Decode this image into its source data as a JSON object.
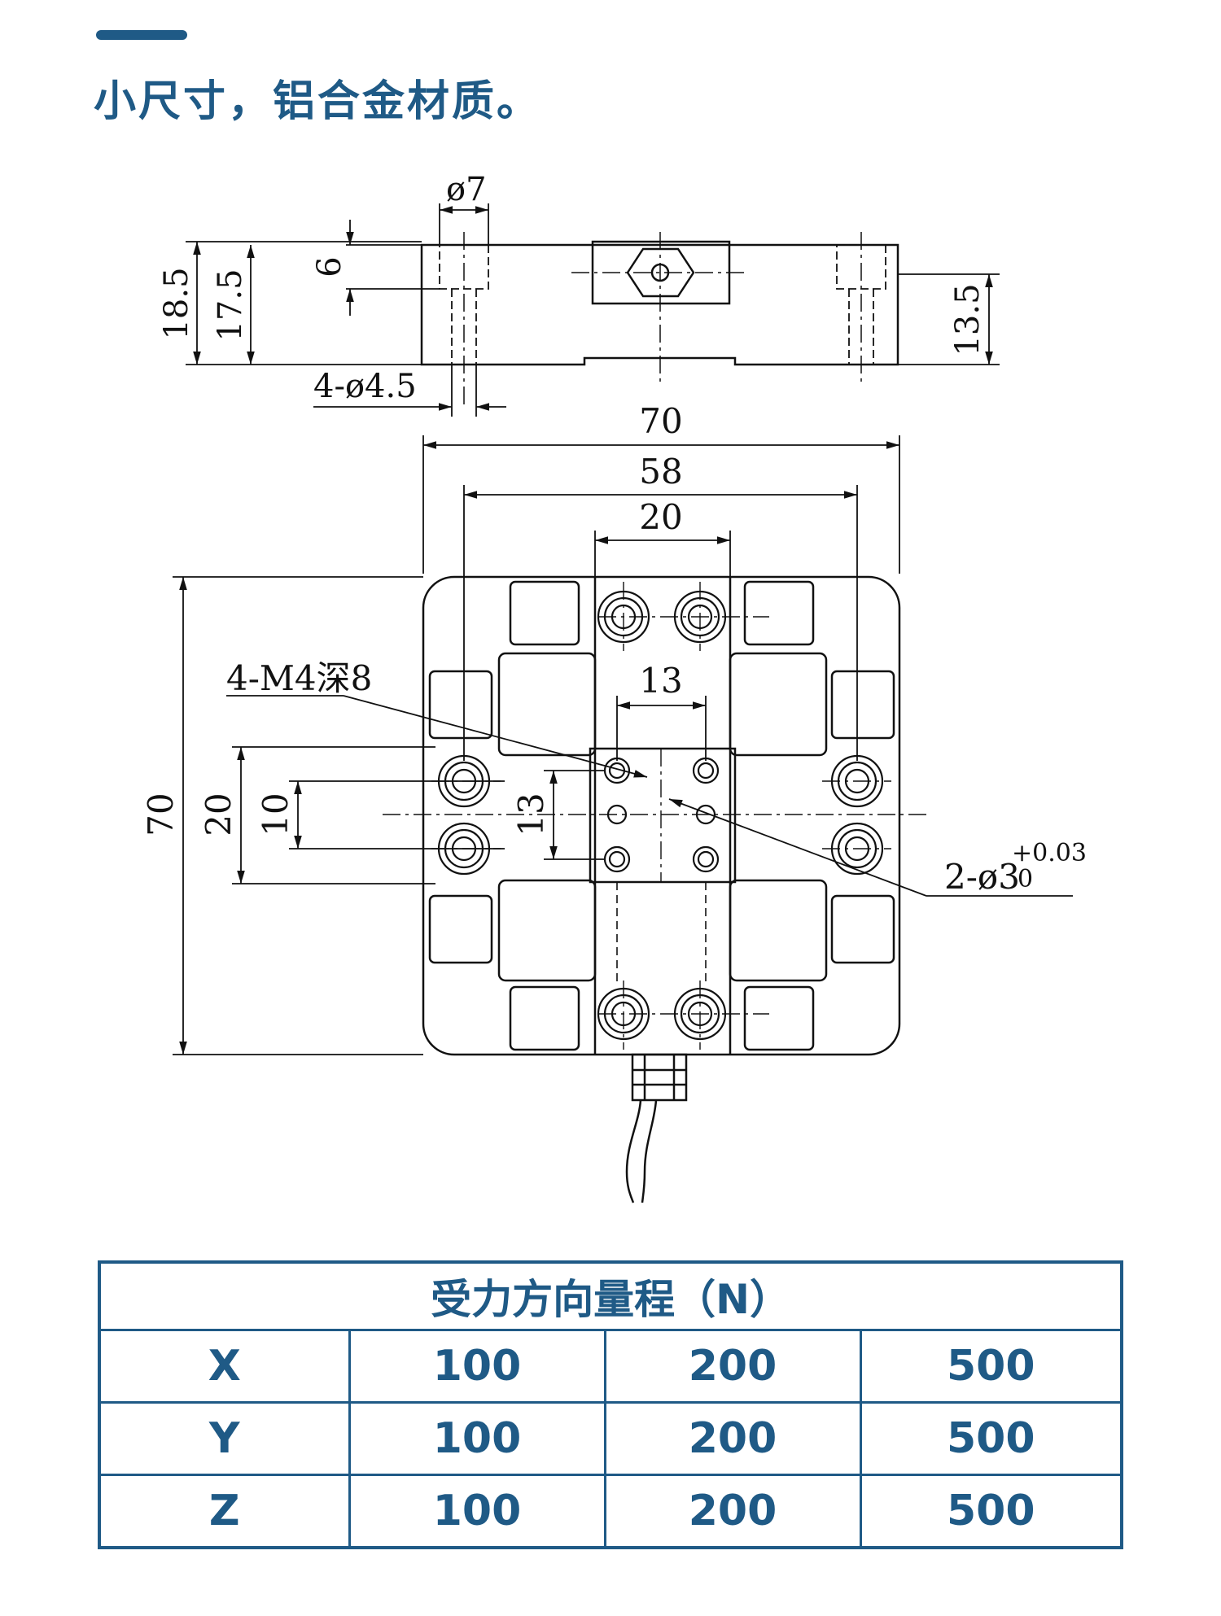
{
  "header": {
    "accent_color": "#1f5a86",
    "title": "小尺寸，铝合金材质。"
  },
  "drawing": {
    "side_view": {
      "dim_hole_diameter": "ø7",
      "dim_counterbore_depth": "6",
      "dim_total_height": "18.5",
      "dim_body_height": "17.5",
      "dim_right_height": "13.5",
      "dim_mount_holes": "4-ø4.5"
    },
    "top_view": {
      "dim_width_total": "70",
      "dim_width_holes": "58",
      "dim_width_center": "20",
      "dim_height_total": "70",
      "dim_hole_spacing_20": "20",
      "dim_hole_spacing_10": "10",
      "dim_pattern_width": "13",
      "dim_pattern_height": "13",
      "callout_threads": "4-M4深8",
      "callout_pins": "2-ø3",
      "tolerance_upper": "+0.03",
      "tolerance_lower": "0"
    }
  },
  "table": {
    "title": "受力方向量程（N）",
    "rows": [
      {
        "axis": "X",
        "r1": "100",
        "r2": "200",
        "r3": "500"
      },
      {
        "axis": "Y",
        "r1": "100",
        "r2": "200",
        "r3": "500"
      },
      {
        "axis": "Z",
        "r1": "100",
        "r2": "200",
        "r3": "500"
      }
    ]
  }
}
